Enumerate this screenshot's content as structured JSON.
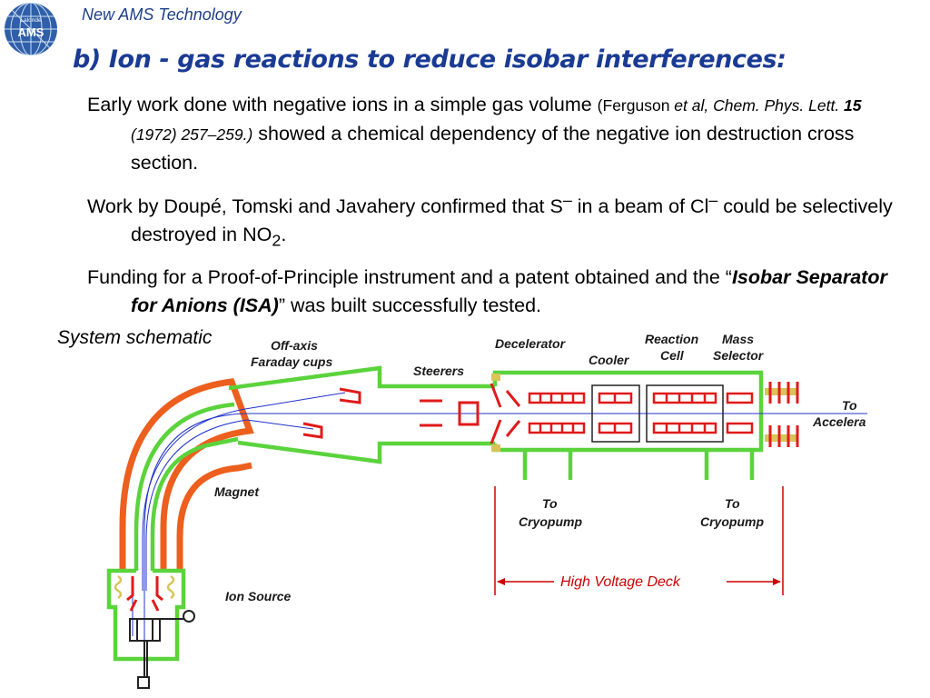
{
  "header": {
    "logo_text_top": "Lalonde",
    "logo_text_main": "AMS",
    "section": "New AMS Technology"
  },
  "title": "b) Ion - gas reactions to reduce isobar interferences:",
  "paragraphs": {
    "p1": {
      "text_a": "Early work done with negative ions in a simple gas volume ",
      "ref_a": "(Ferguson ",
      "ref_b": "et al, Chem. Phys. Lett. ",
      "ref_vol": "15",
      "ref_c": " (1972) 257–259.)",
      "text_b": " showed a chemical dependency of the negative ion destruction cross section."
    },
    "p2": {
      "text_a": "Work by Doupé, Tomski and Javahery confirmed that S",
      "sup1": "–",
      "text_b": " in a beam of Cl",
      "sup2": "–",
      "text_c": " could be selectively destroyed in NO",
      "sub": "2",
      "text_d": "."
    },
    "p3": {
      "text_a": "Funding for a Proof-of-Principle instrument and a patent obtained and the ",
      "quote_open": "“",
      "bold": "Isobar Separator for Anions (ISA)",
      "quote_close": "”",
      "text_b": " was built successfully tested."
    }
  },
  "diagram": {
    "caption": "System schematic",
    "labels": {
      "offaxis_1": "Off-axis",
      "offaxis_2": "Faraday cups",
      "steerers": "Steerers",
      "decelerator": "Decelerator",
      "cooler": "Cooler",
      "reaction_1": "Reaction",
      "reaction_2": "Cell",
      "mass_1": "Mass",
      "mass_2": "Selector",
      "to_accel_1": "To",
      "to_accel_2": "Accelera",
      "magnet": "Magnet",
      "ion_source": "Ion Source",
      "cryo1_1": "To",
      "cryo1_2": "Cryopump",
      "cryo2_1": "To",
      "cryo2_2": "Cryopump",
      "hv_deck": "High Voltage Deck"
    },
    "colors": {
      "vacuum_chamber": "#5bd33c",
      "electrodes": "#e01a1a",
      "magnet": "#ec5f1e",
      "beam": "#2233cc",
      "insulator": "#d9c45a",
      "hv_label": "#cc0000",
      "title": "#1a3b94"
    }
  }
}
